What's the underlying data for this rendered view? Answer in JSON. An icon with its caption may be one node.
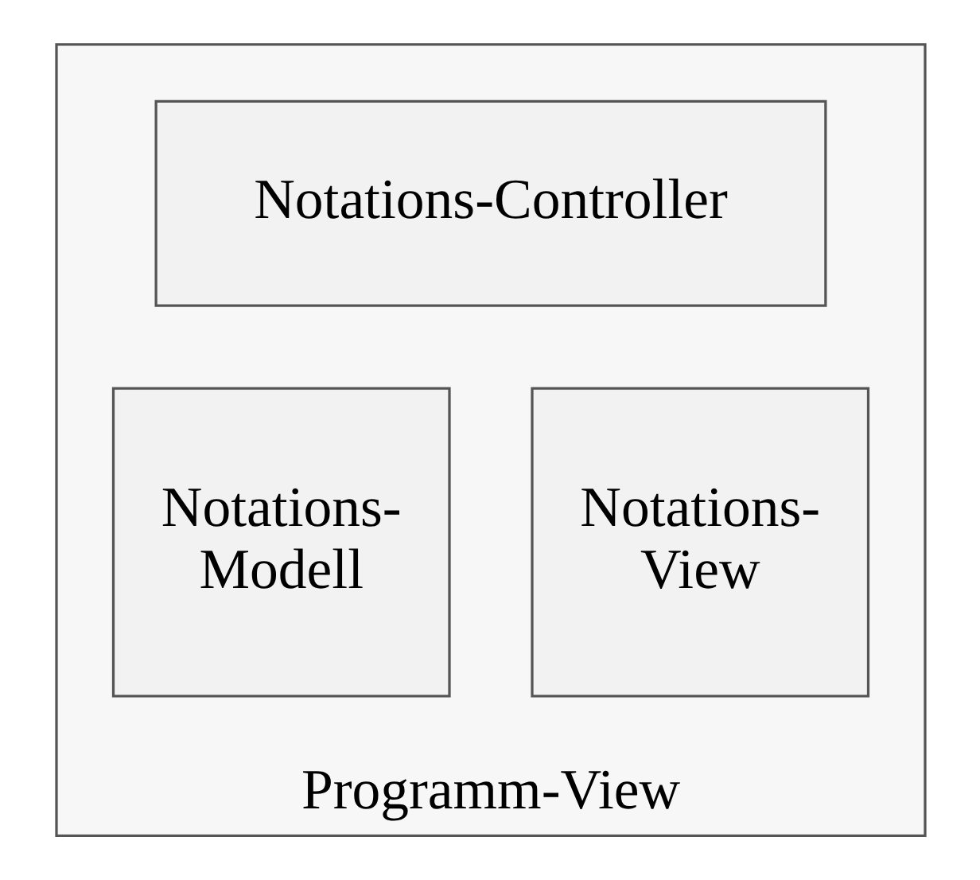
{
  "diagram": {
    "nodes": [
      {
        "text": [
          "Programm-View"
        ]
      },
      {
        "text": [
          "Notations-Controller"
        ],
        "in": 0
      },
      {
        "text": [
          "Notations- Modell"
        ],
        "in": 0
      },
      {
        "text": [
          "Notations- View"
        ],
        "in": 0
      }
    ],
    "edges": []
  }
}
